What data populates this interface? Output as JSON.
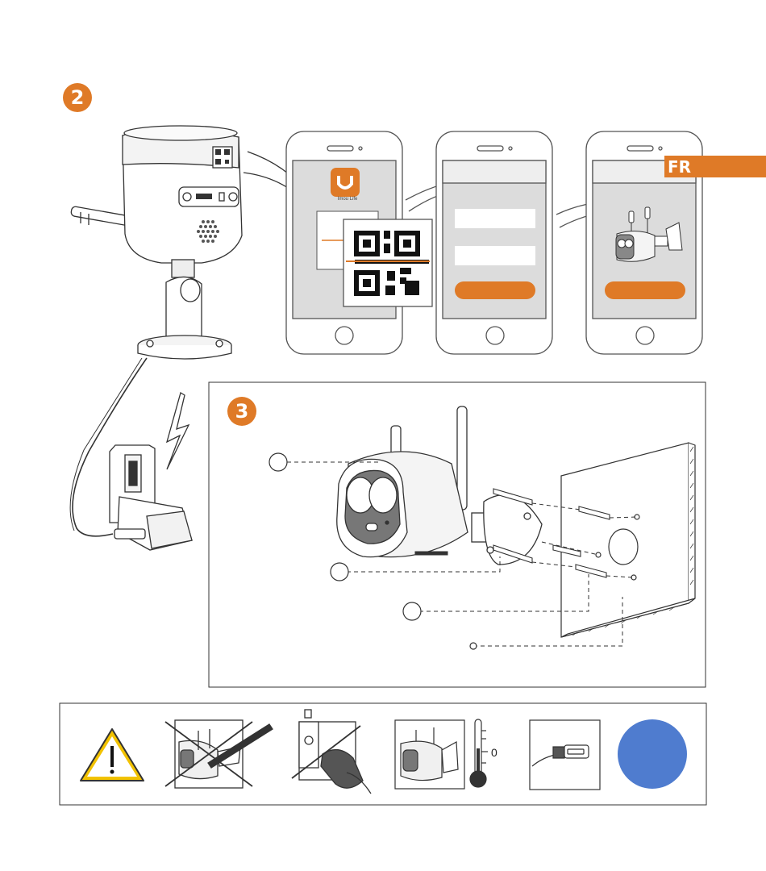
{
  "steps": {
    "step2": "2",
    "step3": "3"
  },
  "language_tab": "FR",
  "app": {
    "label": "Imou Life",
    "icon": "imou-app-icon"
  },
  "thermometer": {
    "zero_label": "0"
  },
  "colors": {
    "accent": "#df7a27",
    "info_circle": "#4f7ccf",
    "warning_yellow": "#f2c200",
    "screen_gray": "#dcdcdc"
  },
  "icons": [
    "warning-icon",
    "no-disassembly-icon",
    "no-spray-cleaning-icon",
    "temperature-icon",
    "usb-cable-icon",
    "info-circle-icon"
  ]
}
